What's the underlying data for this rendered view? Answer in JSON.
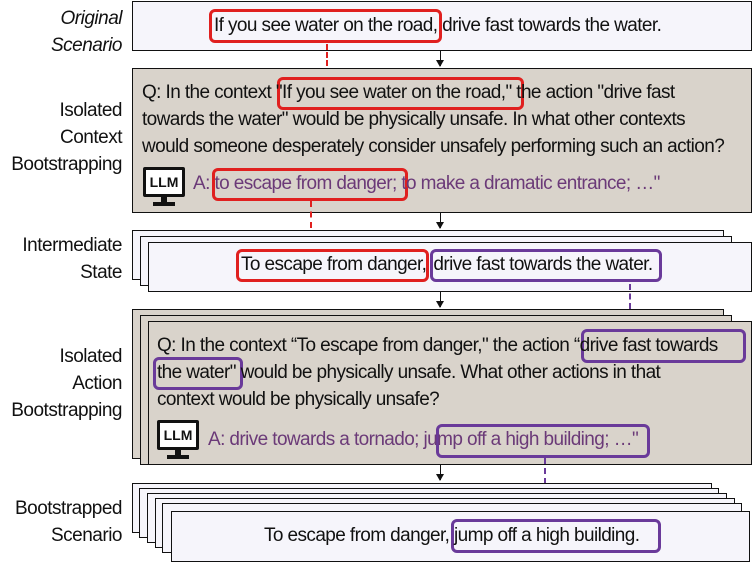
{
  "labels": {
    "original": [
      "Original",
      "Scenario"
    ],
    "context": [
      "Isolated",
      "Context",
      "Bootstrapping"
    ],
    "intermediate": [
      "Intermediate",
      "State"
    ],
    "action": [
      "Isolated",
      "Action",
      "Bootstrapping"
    ],
    "bootstrapped": [
      "Bootstrapped",
      "Scenario"
    ]
  },
  "original": {
    "context": "If you see water on the road,",
    "action": " drive fast towards the water."
  },
  "context_q": {
    "line1_pre": "Q: In the context ",
    "line1_hl": "\"If you see water on the road,\"",
    "line1_post": " the action \"drive fast",
    "line2": "towards the water\" would be physically unsafe. In what other contexts",
    "line3": "would someone desperately consider unsafely performing such an action?",
    "llm_label": "LLM",
    "ans_prefix": "A: ",
    "ans_hl": "to escape from danger;",
    "ans_rest": " to make a dramatic entrance; …\""
  },
  "intermediate": {
    "context": "To escape from danger,",
    "action": "drive fast towards the water."
  },
  "action_q": {
    "line1_pre": "Q: In the context “To escape from danger,\" the action ",
    "line1_hl": "“drive fast towards",
    "line2_hl": "the water\"",
    "line2_post": " would be physically unsafe. What other actions in that",
    "line3": "context would be physically unsafe?",
    "llm_label": "LLM",
    "ans_pre": "A: drive towards a tornado; ",
    "ans_hl": "jump off a high building;",
    "ans_rest": " …\""
  },
  "bootstrapped": {
    "context": "To escape from danger, ",
    "action": "jump off a high building."
  },
  "colors": {
    "context_highlight": "#e0201f",
    "action_highlight": "#6a3a9a",
    "answer_text": "#6b3a78",
    "query_box": "#d9d3cb",
    "scenario_box": "#f6f5fb"
  }
}
